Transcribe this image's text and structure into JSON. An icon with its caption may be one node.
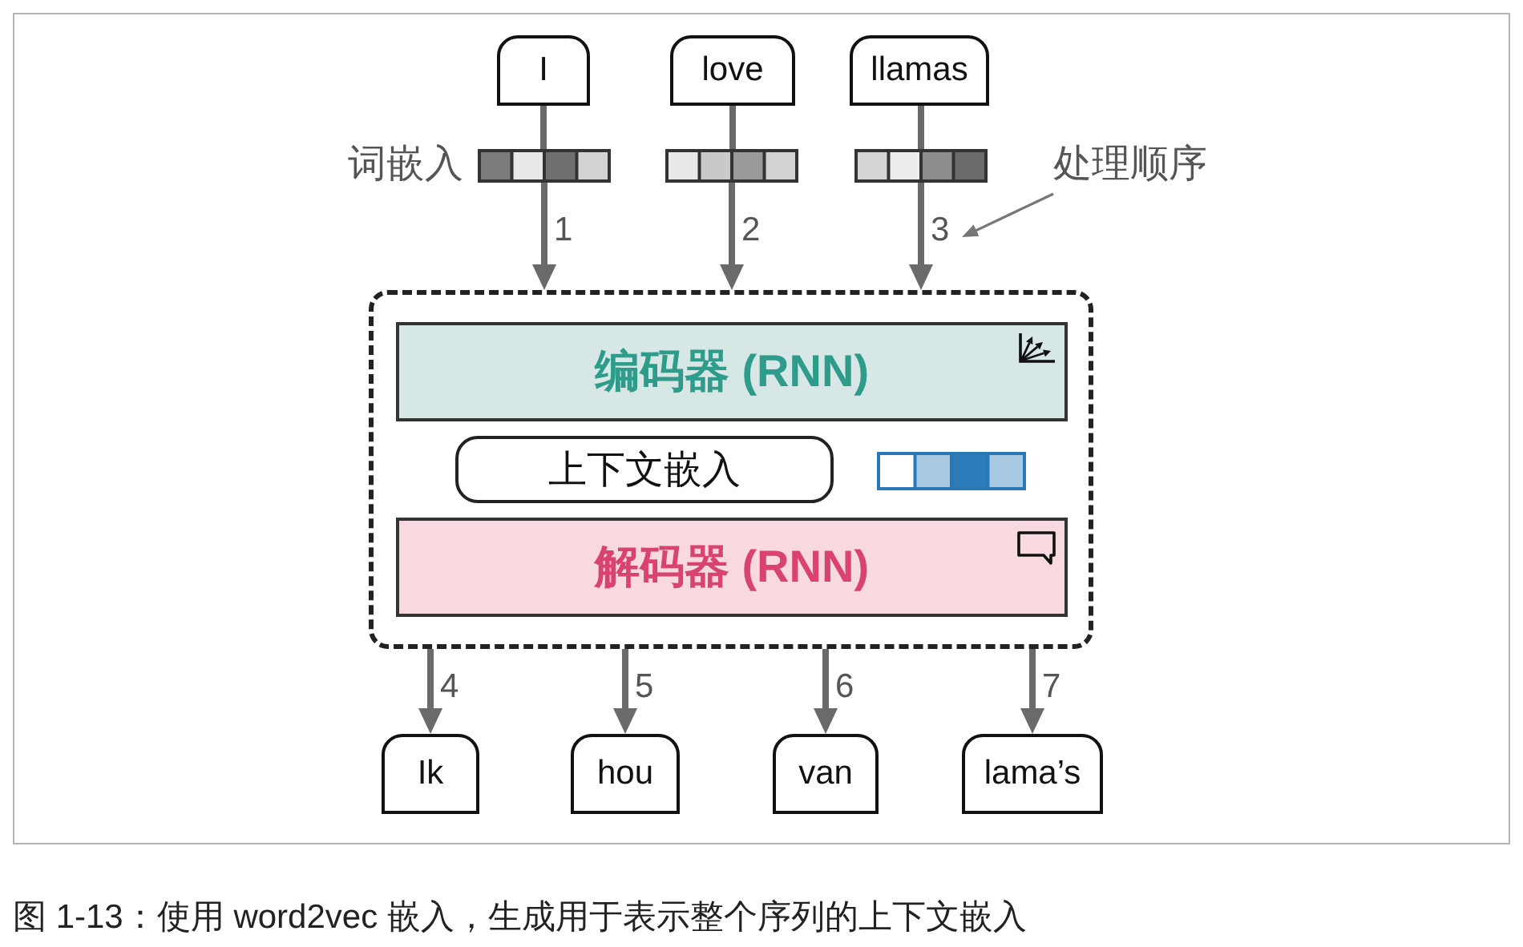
{
  "diagram": {
    "caption": "图 1-13：使用 word2vec 嵌入，生成用于表示整个序列的上下文嵌入",
    "nodes": [
      {
        "text": [
          "I"
        ]
      },
      {
        "text": [
          "love"
        ]
      },
      {
        "text": [
          "llamas"
        ]
      },
      {
        "text": [],
        "shape": "bar"
      },
      {
        "text": [],
        "shape": "bar"
      },
      {
        "text": [],
        "shape": "bar"
      },
      {
        "text": [
          "处理顺序"
        ]
      },
      {
        "text": [],
        "shape": "box"
      },
      {
        "text": [
          "编码器 (RNN)"
        ],
        "in": 7
      },
      {
        "text": [
          "上下文嵌入"
        ],
        "in": 7
      },
      {
        "text": [
          "解码器 (RNN)"
        ],
        "in": 7
      },
      {
        "text": [
          "Ik"
        ]
      },
      {
        "text": [
          "hou"
        ]
      },
      {
        "text": [
          "van"
        ]
      },
      {
        "text": [
          "lama’s"
        ]
      }
    ],
    "edges": [
      {
        "from": 0,
        "to": 3,
        "arrow": "none"
      },
      {
        "from": 1,
        "to": 4,
        "arrow": "none"
      },
      {
        "from": 2,
        "to": 5,
        "arrow": "none"
      },
      {
        "from": 3,
        "to": 7,
        "arrow": "to",
        "label": "1"
      },
      {
        "from": 4,
        "to": 7,
        "arrow": "to",
        "label": "2"
      },
      {
        "from": 5,
        "to": 7,
        "arrow": "to",
        "label": "3"
      },
      {
        "from": 6,
        "to": null,
        "arrow": "to"
      },
      {
        "from": 7,
        "to": 11,
        "arrow": "to",
        "label": "4"
      },
      {
        "from": 7,
        "to": 12,
        "arrow": "to",
        "label": "5"
      },
      {
        "from": 7,
        "to": 13,
        "arrow": "to",
        "label": "6"
      },
      {
        "from": 7,
        "to": 14,
        "arrow": "to",
        "label": "7"
      }
    ],
    "labels": [
      "词嵌入"
    ]
  }
}
